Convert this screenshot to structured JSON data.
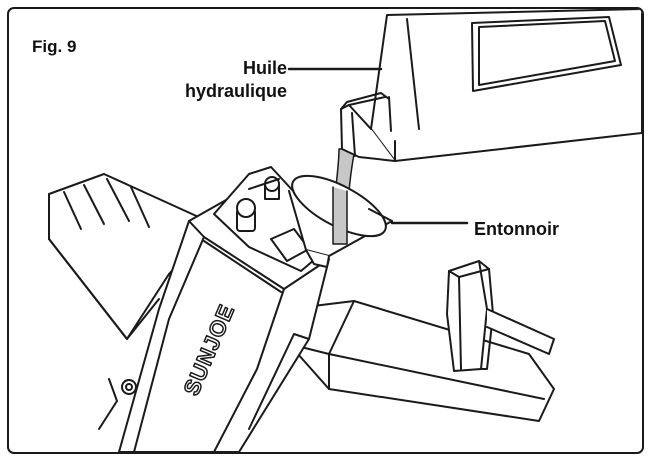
{
  "figure": {
    "label": "Fig. 9"
  },
  "callouts": {
    "oil_line1": "Huile",
    "oil_line2": "hydraulique",
    "funnel": "Entonnoir"
  },
  "brand": {
    "logo_text": "SUNJOE"
  },
  "icons": {
    "illustration": "hydraulic-jack-oil-filling-illustration",
    "bottle": "oil-bottle-icon",
    "funnel": "funnel-icon"
  },
  "colors": {
    "stroke": "#1a1a1a",
    "oil": "#c7c7c7",
    "background": "#ffffff"
  }
}
